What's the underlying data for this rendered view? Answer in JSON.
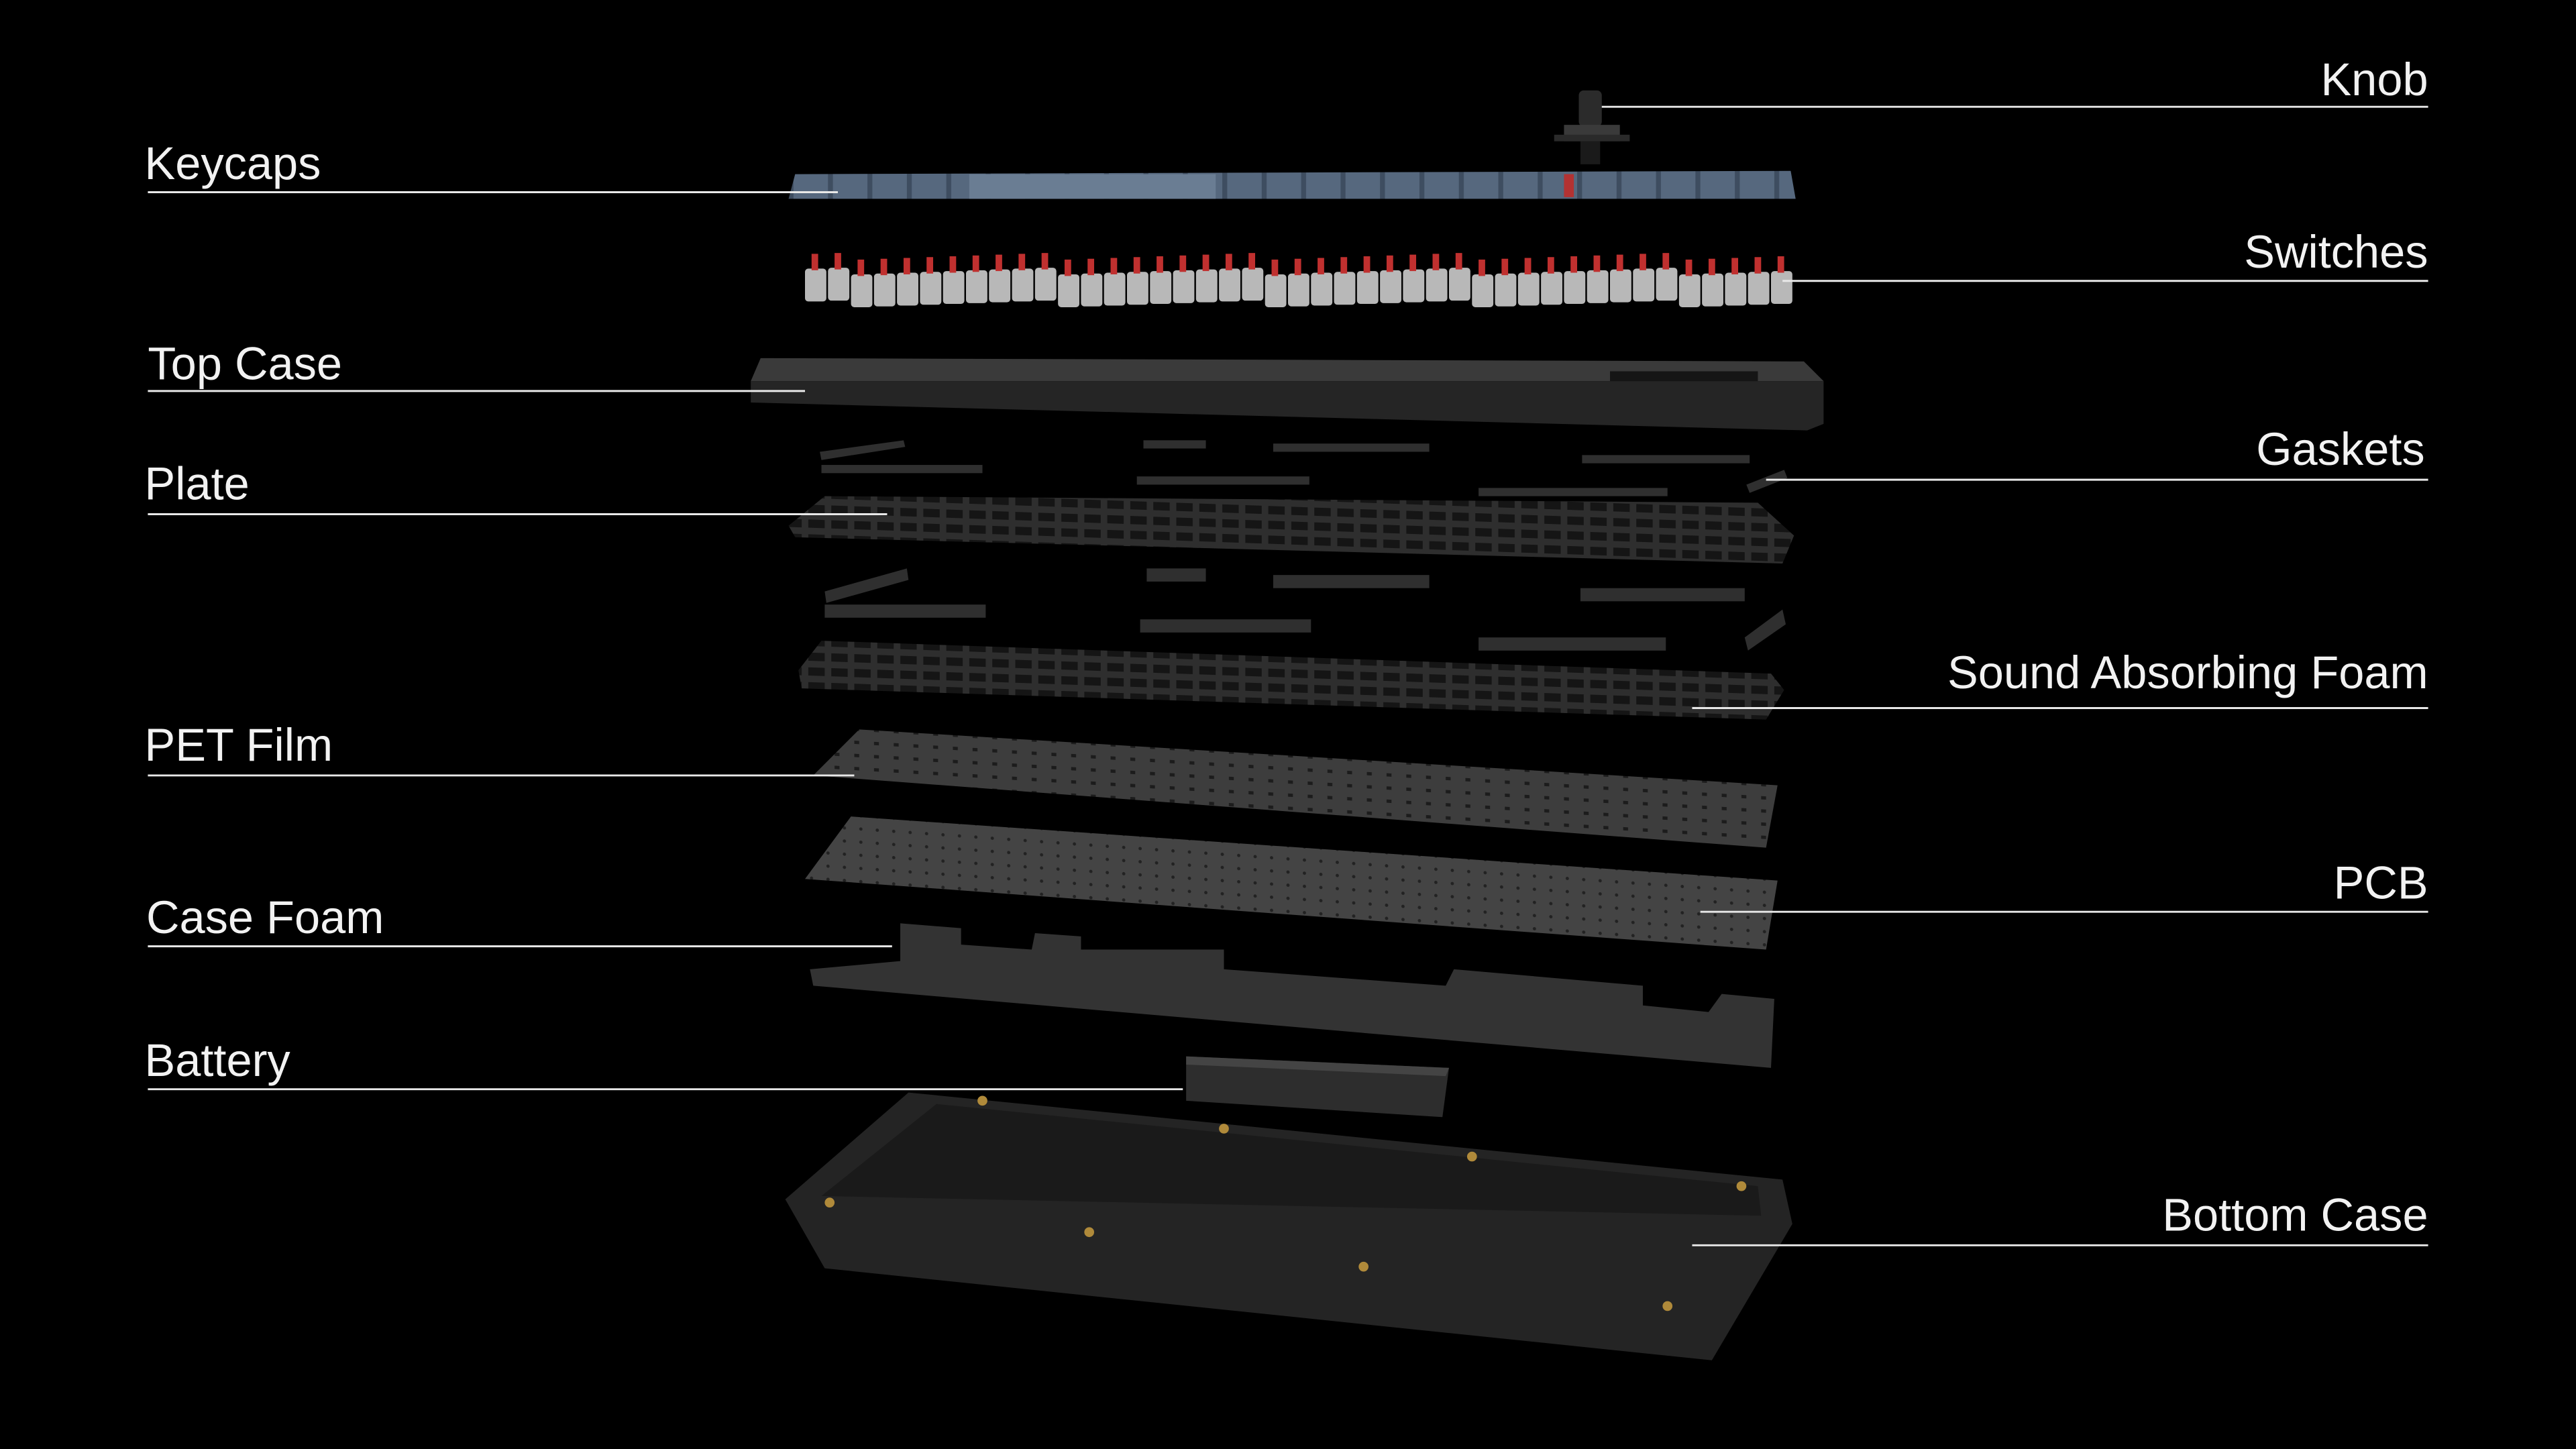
{
  "labels": {
    "knob": "Knob",
    "keycaps": "Keycaps",
    "switches": "Switches",
    "top_case": "Top Case",
    "gaskets": "Gaskets",
    "plate": "Plate",
    "sound_absorbing_foam": "Sound Absorbing Foam",
    "pet_film": "PET Film",
    "pcb": "PCB",
    "case_foam": "Case Foam",
    "battery": "Battery",
    "bottom_case": "Bottom Case"
  },
  "colors": {
    "background": "#000000",
    "keycaps": "#56687e",
    "switch_stem": "#c0302f",
    "switch_housing": "#d8d8d8",
    "case": "#2a2a2a",
    "label_text": "#f2f2f2"
  }
}
